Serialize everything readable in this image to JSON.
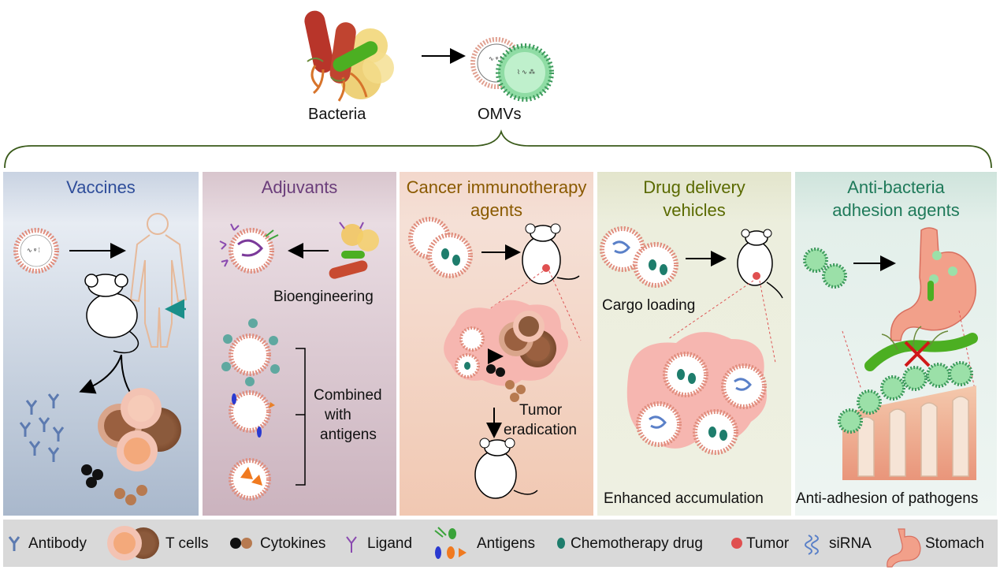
{
  "top": {
    "bacteria_label": "Bacteria",
    "omvs_label": "OMVs"
  },
  "panels": [
    {
      "title_lines": [
        "Vaccines"
      ],
      "color": "#2e4d9a"
    },
    {
      "title_lines": [
        "Adjuvants"
      ],
      "color": "#6a3d7a",
      "labels": {
        "bioengineering": "Bioengineering",
        "combined": [
          "Combined",
          "with",
          "antigens"
        ]
      }
    },
    {
      "title_lines": [
        "Cancer immunotherapy",
        "agents"
      ],
      "color": "#8a5a00",
      "labels": {
        "tumor": [
          "Tumor",
          "eradication"
        ]
      }
    },
    {
      "title_lines": [
        "Drug delivery",
        "vehicles"
      ],
      "color": "#5a6a00",
      "labels": {
        "cargo": "Cargo loading",
        "accumulation": "Enhanced accumulation"
      }
    },
    {
      "title_lines": [
        "Anti-bacteria",
        "adhesion agents"
      ],
      "color": "#1f7a5a",
      "labels": {
        "anti": "Anti-adhesion of pathogens"
      }
    }
  ],
  "legend": [
    "Antibody",
    "T cells",
    "Cytokines",
    "Ligand",
    "Antigens",
    "Chemotherapy drug",
    "Tumor",
    "siRNA",
    "Stomach"
  ]
}
